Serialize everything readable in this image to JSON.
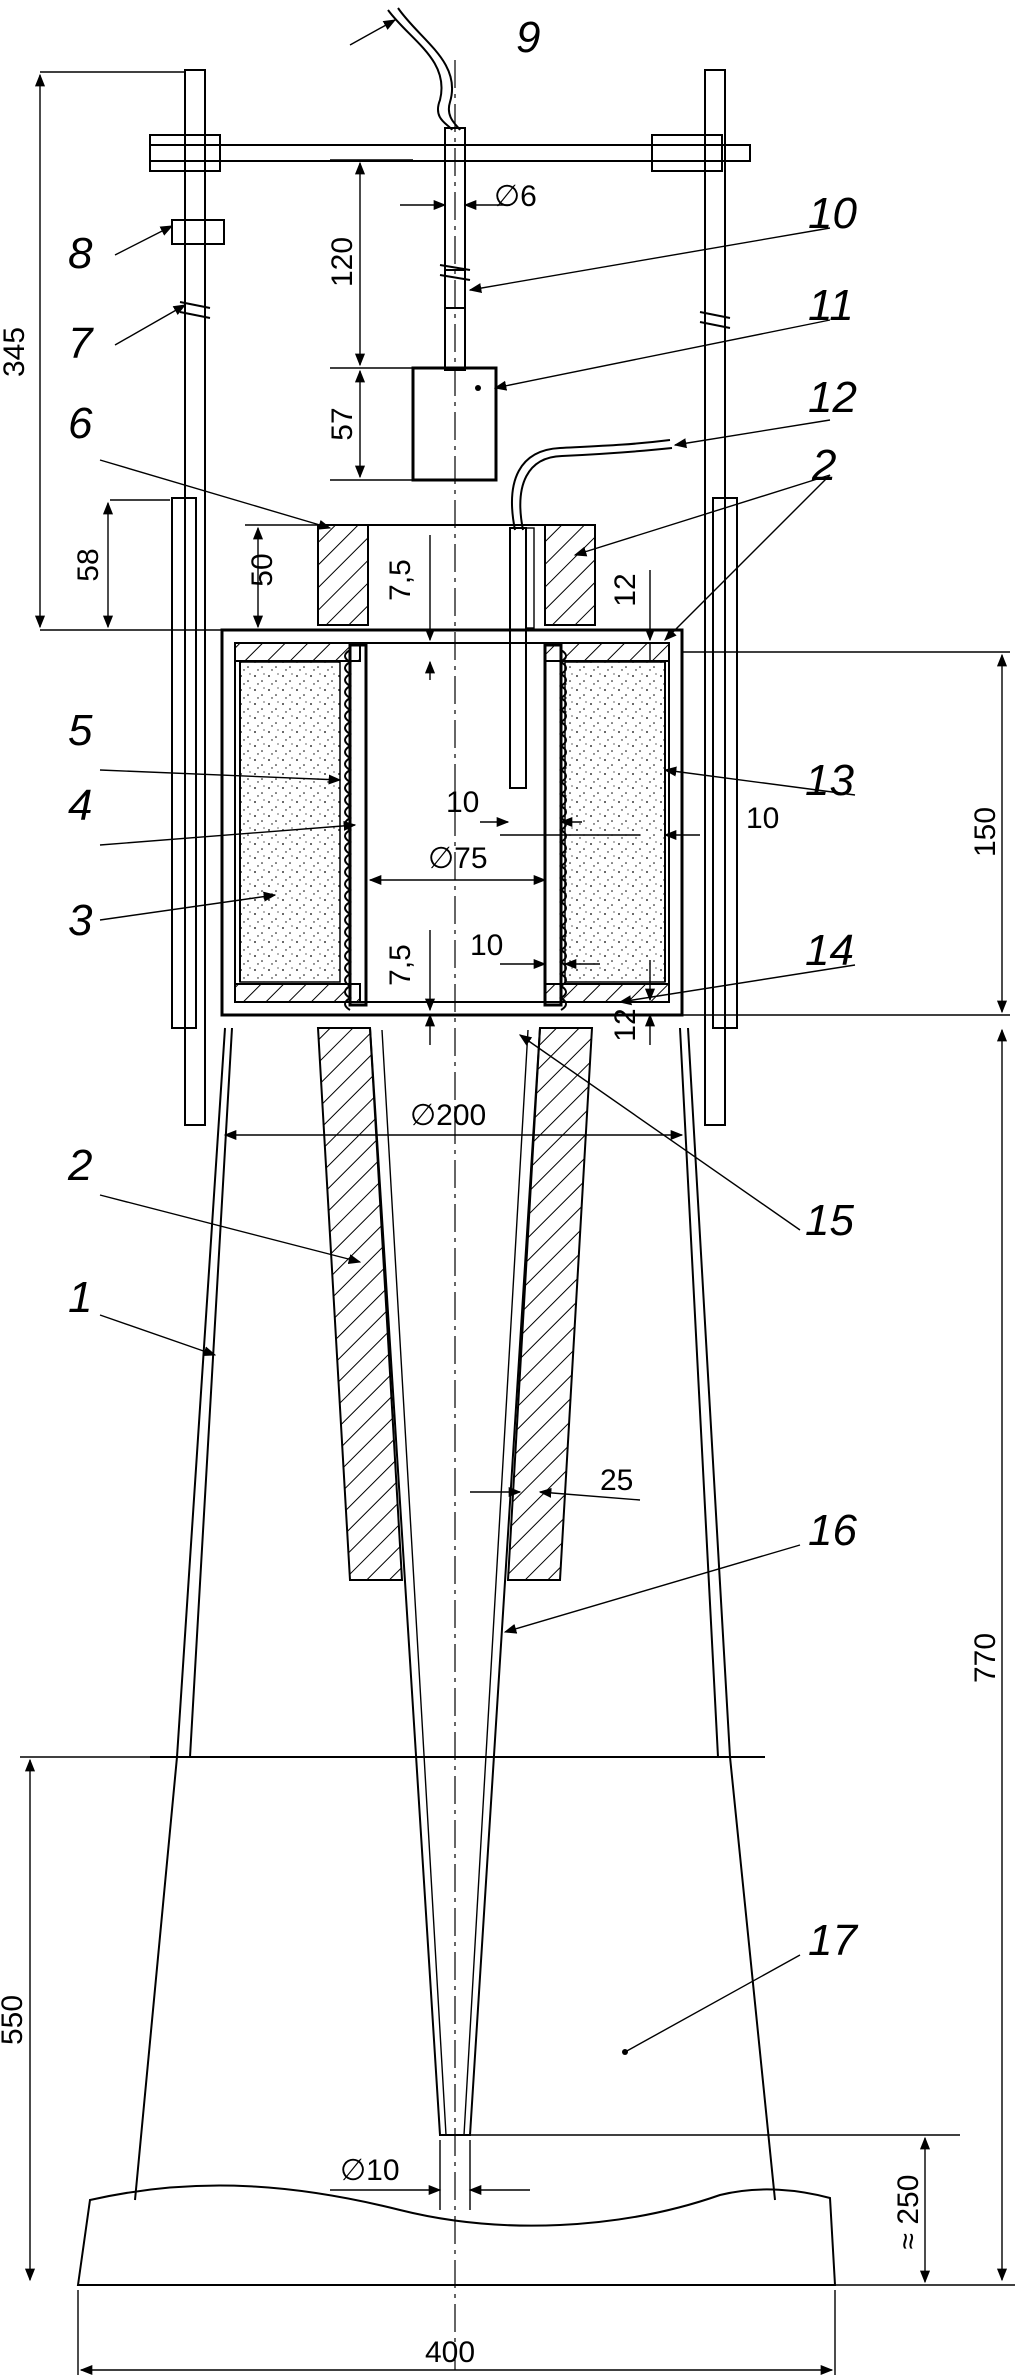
{
  "part_labels": {
    "l1": "1",
    "l2_top": "2",
    "l2_mid": "2",
    "l3": "3",
    "l4": "4",
    "l5": "5",
    "l6": "6",
    "l7": "7",
    "l8": "8",
    "l9": "9",
    "l10": "10",
    "l11": "11",
    "l12": "12",
    "l13": "13",
    "l14": "14",
    "l15": "15",
    "l16": "16",
    "l17": "17"
  },
  "dimensions": {
    "d345": "345",
    "d120": "120",
    "d57": "57",
    "d58": "58",
    "d50": "50",
    "d75_top": "7,5",
    "d12_top": "12",
    "d150": "150",
    "d10_left": "10",
    "d10_right": "10",
    "d10_mid": "10",
    "d75_bot": "7,5",
    "d12_bot": "12",
    "phi6": "∅6",
    "phi75": "∅75",
    "phi200": "∅200",
    "d25": "25",
    "d770": "770",
    "d550": "550",
    "phi10": "∅10",
    "d250": "≈ 250",
    "d400": "400"
  }
}
